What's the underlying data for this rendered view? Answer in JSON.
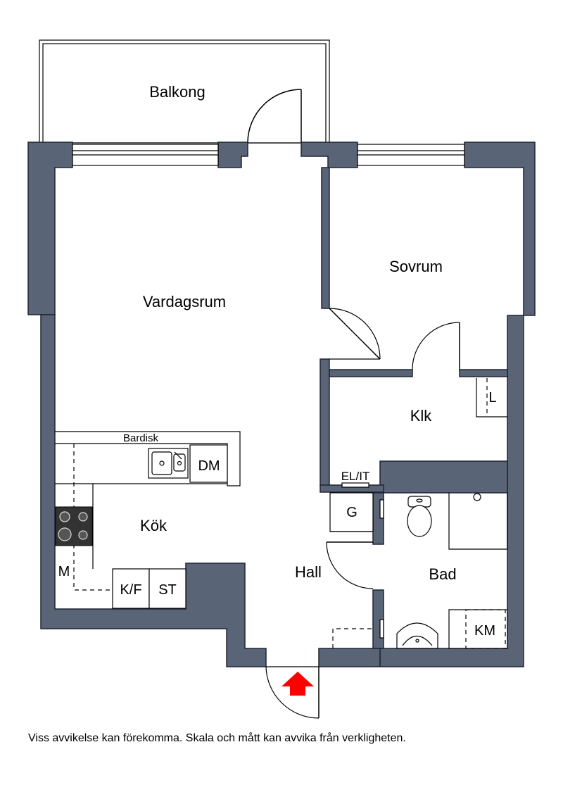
{
  "rooms": {
    "balkong": "Balkong",
    "vardagsrum": "Vardagsrum",
    "sovrum": "Sovrum",
    "klk": "Klk",
    "kok": "Kök",
    "hall": "Hall",
    "bad": "Bad"
  },
  "fixtures": {
    "bardisk": "Bardisk",
    "dm": "DM",
    "m": "M",
    "kf": "K/F",
    "st": "ST",
    "el_it": "EL/IT",
    "g": "G",
    "l": "L",
    "km": "KM"
  },
  "icons": {
    "entrance": "entrance-arrow-icon",
    "sink": "kitchen-sink-icon",
    "stove": "stove-icon",
    "toilet": "toilet-icon",
    "washbasin": "washbasin-icon"
  },
  "colors": {
    "wall": "#5a6477",
    "arrow": "#ff0000"
  },
  "disclaimer": "Viss avvikelse kan förekomma. Skala och mått kan avvika från verkligheten."
}
